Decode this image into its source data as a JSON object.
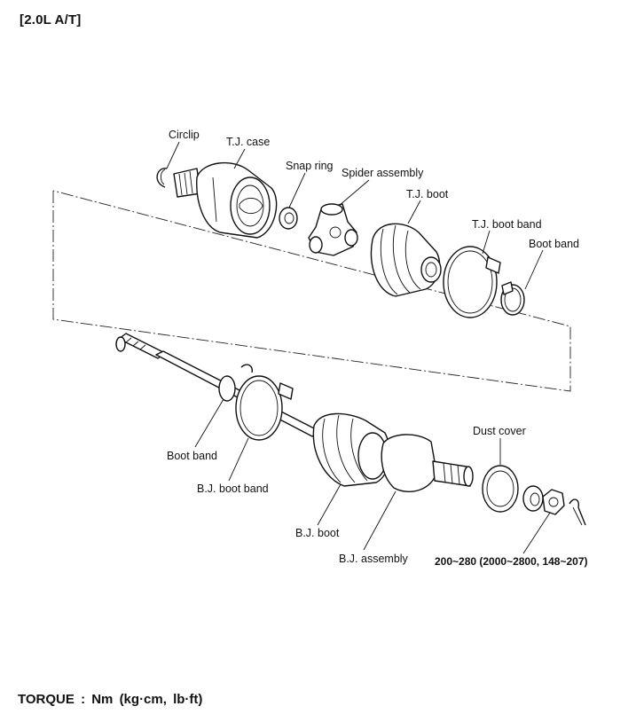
{
  "header": "[2.0L  A/T]",
  "footer": "TORQUE  :  Nm  (kg·cm,  lb·ft)",
  "labels": {
    "circlip": "Circlip",
    "tj_case": "T.J. case",
    "snap_ring": "Snap ring",
    "spider_assembly": "Spider assembly",
    "tj_boot": "T.J. boot",
    "tj_boot_band": "T.J. boot band",
    "boot_band_upper": "Boot band",
    "boot_band_lower": "Boot band",
    "bj_boot_band": "B.J. boot band",
    "dust_cover": "Dust cover",
    "bj_boot": "B.J. boot",
    "bj_assembly": "B.J. assembly",
    "torque_spec": "200~280  (2000~2800,  148~207)"
  }
}
